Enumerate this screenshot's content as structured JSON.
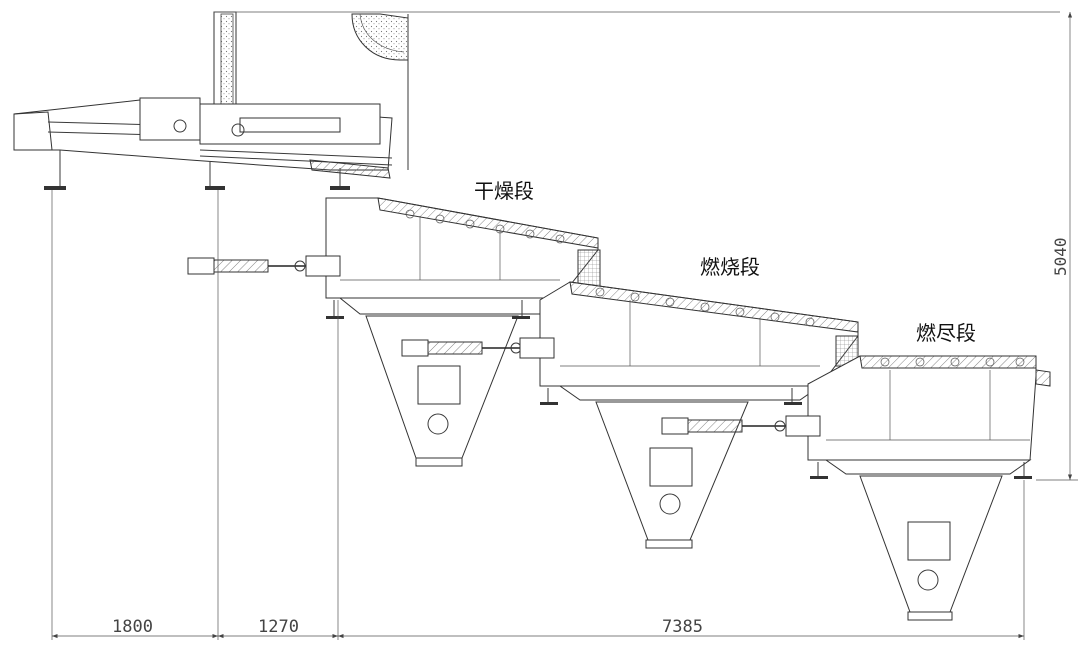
{
  "labels": {
    "drying": "干燥段",
    "burning": "燃烧段",
    "burnout": "燃尽段"
  },
  "dimensions": {
    "seg1": "1800",
    "seg2": "1270",
    "seg3": "7385",
    "height": "5040"
  }
}
